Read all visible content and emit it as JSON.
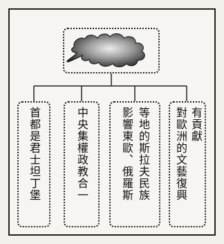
{
  "diagram": {
    "root": {
      "image": "blob-cloud-icon",
      "text": ""
    },
    "branches": [
      {
        "id": "branch-1",
        "columns": [
          "首都是君士坦丁堡"
        ]
      },
      {
        "id": "branch-2",
        "columns": [
          "中央集權政教合一"
        ]
      },
      {
        "id": "branch-3",
        "columns": [
          "等地的斯拉夫民族",
          "影響東歐、俄羅斯"
        ]
      },
      {
        "id": "branch-4",
        "columns": [
          "有貢獻",
          "對歐洲的文藝復興"
        ]
      }
    ]
  },
  "colors": {
    "ink": "#111111",
    "paper": "#f7f5f1",
    "blob_dark": "#1a1a1a",
    "blob_light": "#e8e8e8"
  }
}
